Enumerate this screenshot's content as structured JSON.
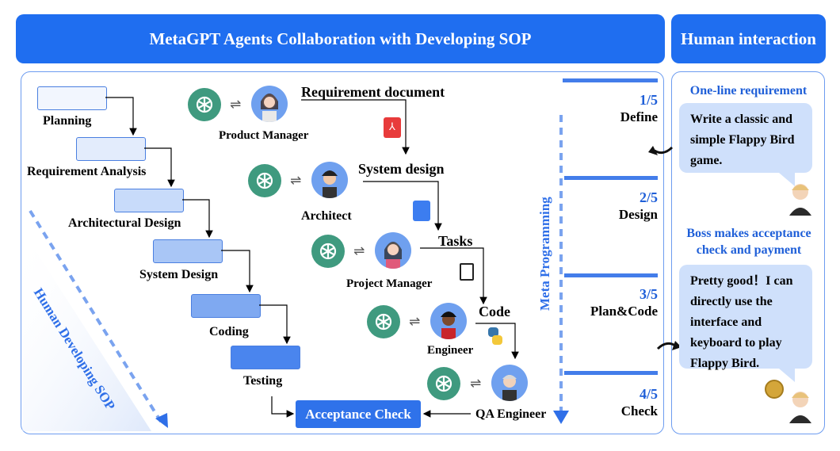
{
  "header": {
    "main_title": "MetaGPT Agents Collaboration with Developing SOP",
    "side_title": "Human interaction"
  },
  "waterfall": {
    "steps": [
      "Planning",
      "Requirement Analysis",
      "Architectural Design",
      "System Design",
      "Coding",
      "Testing"
    ],
    "side_label": "Human Developing SOP",
    "colors": [
      "#f2f6fe",
      "#e3ecfc",
      "#c8dbfa",
      "#a9c6f6",
      "#7fa9f1",
      "#4a85ee"
    ]
  },
  "agents": {
    "roles": [
      "Product Manager",
      "Architect",
      "Project Manager",
      "Engineer",
      "QA Engineer"
    ],
    "artifacts": [
      "Requirement document",
      "System design",
      "Tasks",
      "Code"
    ],
    "acceptance": "Acceptance Check",
    "swap_symbol": "⇌",
    "meta_label": "Meta Programming"
  },
  "stages": [
    {
      "num": "1/5",
      "name": "Define"
    },
    {
      "num": "2/5",
      "name": "Design"
    },
    {
      "num": "3/5",
      "name": "Plan&Code"
    },
    {
      "num": "4/5",
      "name": "Check"
    }
  ],
  "human": {
    "req_heading": "One-line requirement",
    "req_text": "Write a classic and simple Flappy Bird game.",
    "boss_heading": "Boss makes acceptance check and payment",
    "boss_text": "Pretty good！I can directly use the interface and keyboard to play Flappy Bird."
  },
  "colors": {
    "accent": "#1f6ef0",
    "gpt": "#3f9a7f",
    "avatar": "#6fa0ef",
    "bubble": "#cfe0fb"
  }
}
